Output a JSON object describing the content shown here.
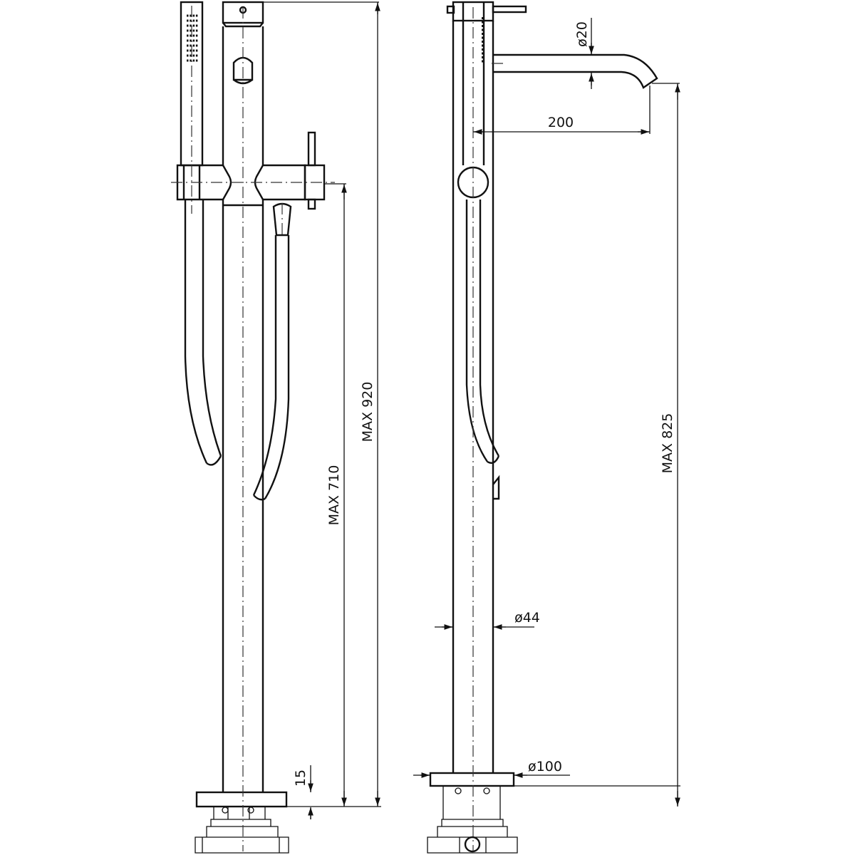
{
  "drawing": {
    "title": "Freestanding bath mixer with hand shower - technical drawing",
    "front_view": {
      "max_height": "MAX 920",
      "outlet_height": "MAX 710",
      "base_thickness": "15"
    },
    "side_view": {
      "spout_diameter": "ø20",
      "spout_projection": "200",
      "spout_height": "MAX 825",
      "column_diameter": "ø44",
      "base_diameter": "ø100"
    }
  }
}
